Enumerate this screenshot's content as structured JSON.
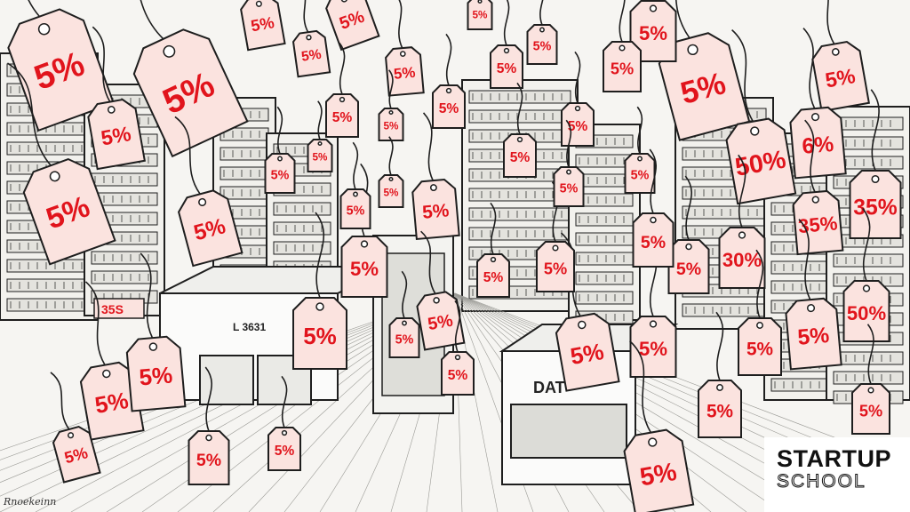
{
  "illustration": {
    "background_color": "#f6f5f2",
    "tag_color": "#fbe3df",
    "tag_text_color": "#e1141c",
    "ink_color": "#1e1e1e",
    "tags": [
      "5%",
      "5%",
      "5%",
      "5%",
      "5%",
      "5%",
      "5%",
      "5%",
      "5%",
      "5%",
      "5%",
      "5%",
      "5%",
      "5%",
      "5%",
      "5%",
      "5%",
      "5%",
      "5%",
      "5%",
      "6%",
      "50%",
      "35%",
      "35%",
      "30%",
      "50%",
      "5%",
      "5%",
      "5%",
      "5%",
      "5%",
      "5%",
      "5%",
      "5%",
      "5%",
      "5%",
      "5%",
      "5%",
      "5%",
      "5%",
      "5%",
      "5%",
      "5%",
      "5%",
      "5%",
      "5%",
      "5%",
      "5%",
      "5%",
      "5%",
      "5%",
      "5%",
      "5%",
      "5%",
      "5%"
    ],
    "machine_label": "DAT",
    "panel_label": "L 3631",
    "small_label": "35S"
  },
  "signature": "Rnoekeinn",
  "logo": {
    "top": "STARTUP",
    "bottom": "SCHOOL"
  }
}
